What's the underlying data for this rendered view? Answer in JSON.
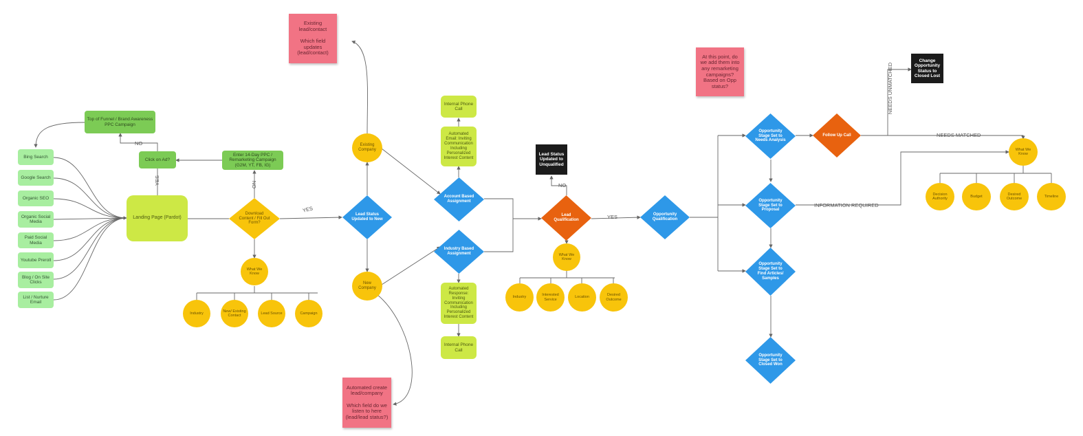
{
  "colors": {
    "light_green": "#a8eea0",
    "green": "#7ccb55",
    "lime": "#cde845",
    "yellow": "#f8c40b",
    "blue": "#2e98e8",
    "orange": "#e8620f",
    "pink": "#f17384",
    "black": "#1b1b1b",
    "line": "#666666"
  },
  "sources": [
    "Bing Search",
    "Google Search",
    "Organic SEO",
    "Organic Social Media",
    "Paid Social Media",
    "Youtube Preroll",
    "Blog / On Site Clicks",
    "List / Nurture Email"
  ],
  "top_funnel": {
    "campaign": "Top of Funnel / Brand Awareness PPC Campaign",
    "click_ad": "Click on Ad?",
    "no": "NO",
    "yes": "YES",
    "enter_campaign": "Enter 14-Day PPC / Remarketing Campaign (G2M, YT, FB, IG)",
    "on": "ON"
  },
  "landing_page": "Landing Page (Pardot)",
  "download_question": "Download Content / Fill Out Form?",
  "download_yes": "YES",
  "what_we_know_1": {
    "title": "What We Know",
    "items": [
      "Industry",
      "New/ Existing Contact",
      "Lead Source",
      "Campaign"
    ]
  },
  "stickies": {
    "existing": "Existing lead/contact\n\nWhich field updates (lead/contact)",
    "automated": "Automated create lead/company\n\nWhich field do we listen to here (lead/lead status?)",
    "remarketing": "At this point, do we add them into any remarketing campaigns? Based on Opp status?"
  },
  "lead_status_new": "Lead Status Updated to New",
  "existing_company": "Existing Company",
  "new_company": "New Company",
  "account_assignment": "Account Based Assignment",
  "industry_assignment": "Industry Based Assignment",
  "top_chain": {
    "phone": "Internal Phone Call",
    "email": "Automated Email: Inviting Communication Including Personalized Interest Content"
  },
  "bottom_chain": {
    "response": "Automated Response: Inviting Communication Including Personalized Interest Content",
    "phone": "Internal Phone Call"
  },
  "unqualified": "Lead Status Updated to Unqualified",
  "qual_no": "NO",
  "lead_qualification": "Lead Qualification",
  "qual_yes": "YES",
  "what_we_know_2": {
    "title": "What We Know",
    "items": [
      "Industry",
      "Interested Service",
      "Location",
      "Desired Outcome"
    ]
  },
  "opportunity_qualification": "Opportunity Qualification",
  "stages": {
    "needs_analysis": "Opportunity Stage Set to Needs Analysis",
    "proposal": "Opportunity Stage Set to Proposal",
    "find_samples": "Opportunity Stage Set to Find Articles/ Samples",
    "closed_won": "Opportunity Stage Set to Closed Won"
  },
  "follow_up": "Follow Up Call",
  "needs_unmatched": "NEEDS UNMATCHED",
  "needs_matched": "NEEDS MATCHED",
  "info_required": "INFORMATION REQUIRED",
  "closed_lost": "Change Opportunity Status to Closed Lost",
  "what_we_know_3": {
    "title": "What We Know",
    "items": [
      "Decision Authority",
      "Budget",
      "Desired Outcome",
      "Timeline"
    ]
  }
}
